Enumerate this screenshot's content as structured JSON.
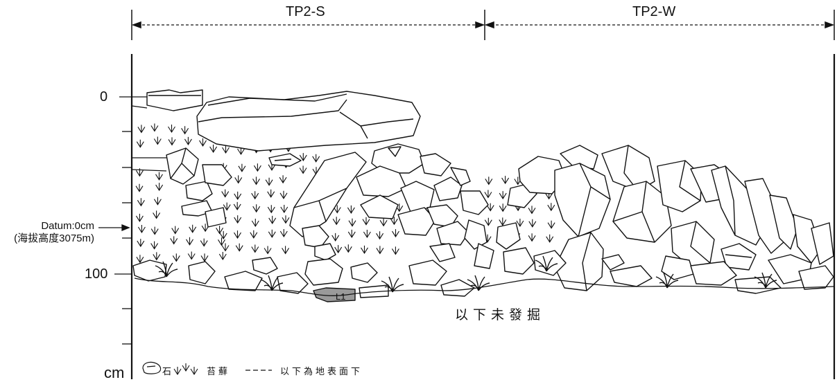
{
  "sections": [
    {
      "label": "TP2-S"
    },
    {
      "label": "TP2-W"
    }
  ],
  "depth_scale": {
    "unit": "cm",
    "labels": [
      "0",
      "100"
    ]
  },
  "datum": {
    "line1": "Datum:0cm",
    "line2": "(海拔高度3075m)"
  },
  "layer_label": "L1",
  "unexcavated_note": "以下未發掘",
  "legend": {
    "stone": "石",
    "moss": "苔蘚",
    "dash": "以下為地表面下"
  },
  "colors": {
    "ink": "#111111",
    "layer_fill": "#9a9a9a"
  }
}
